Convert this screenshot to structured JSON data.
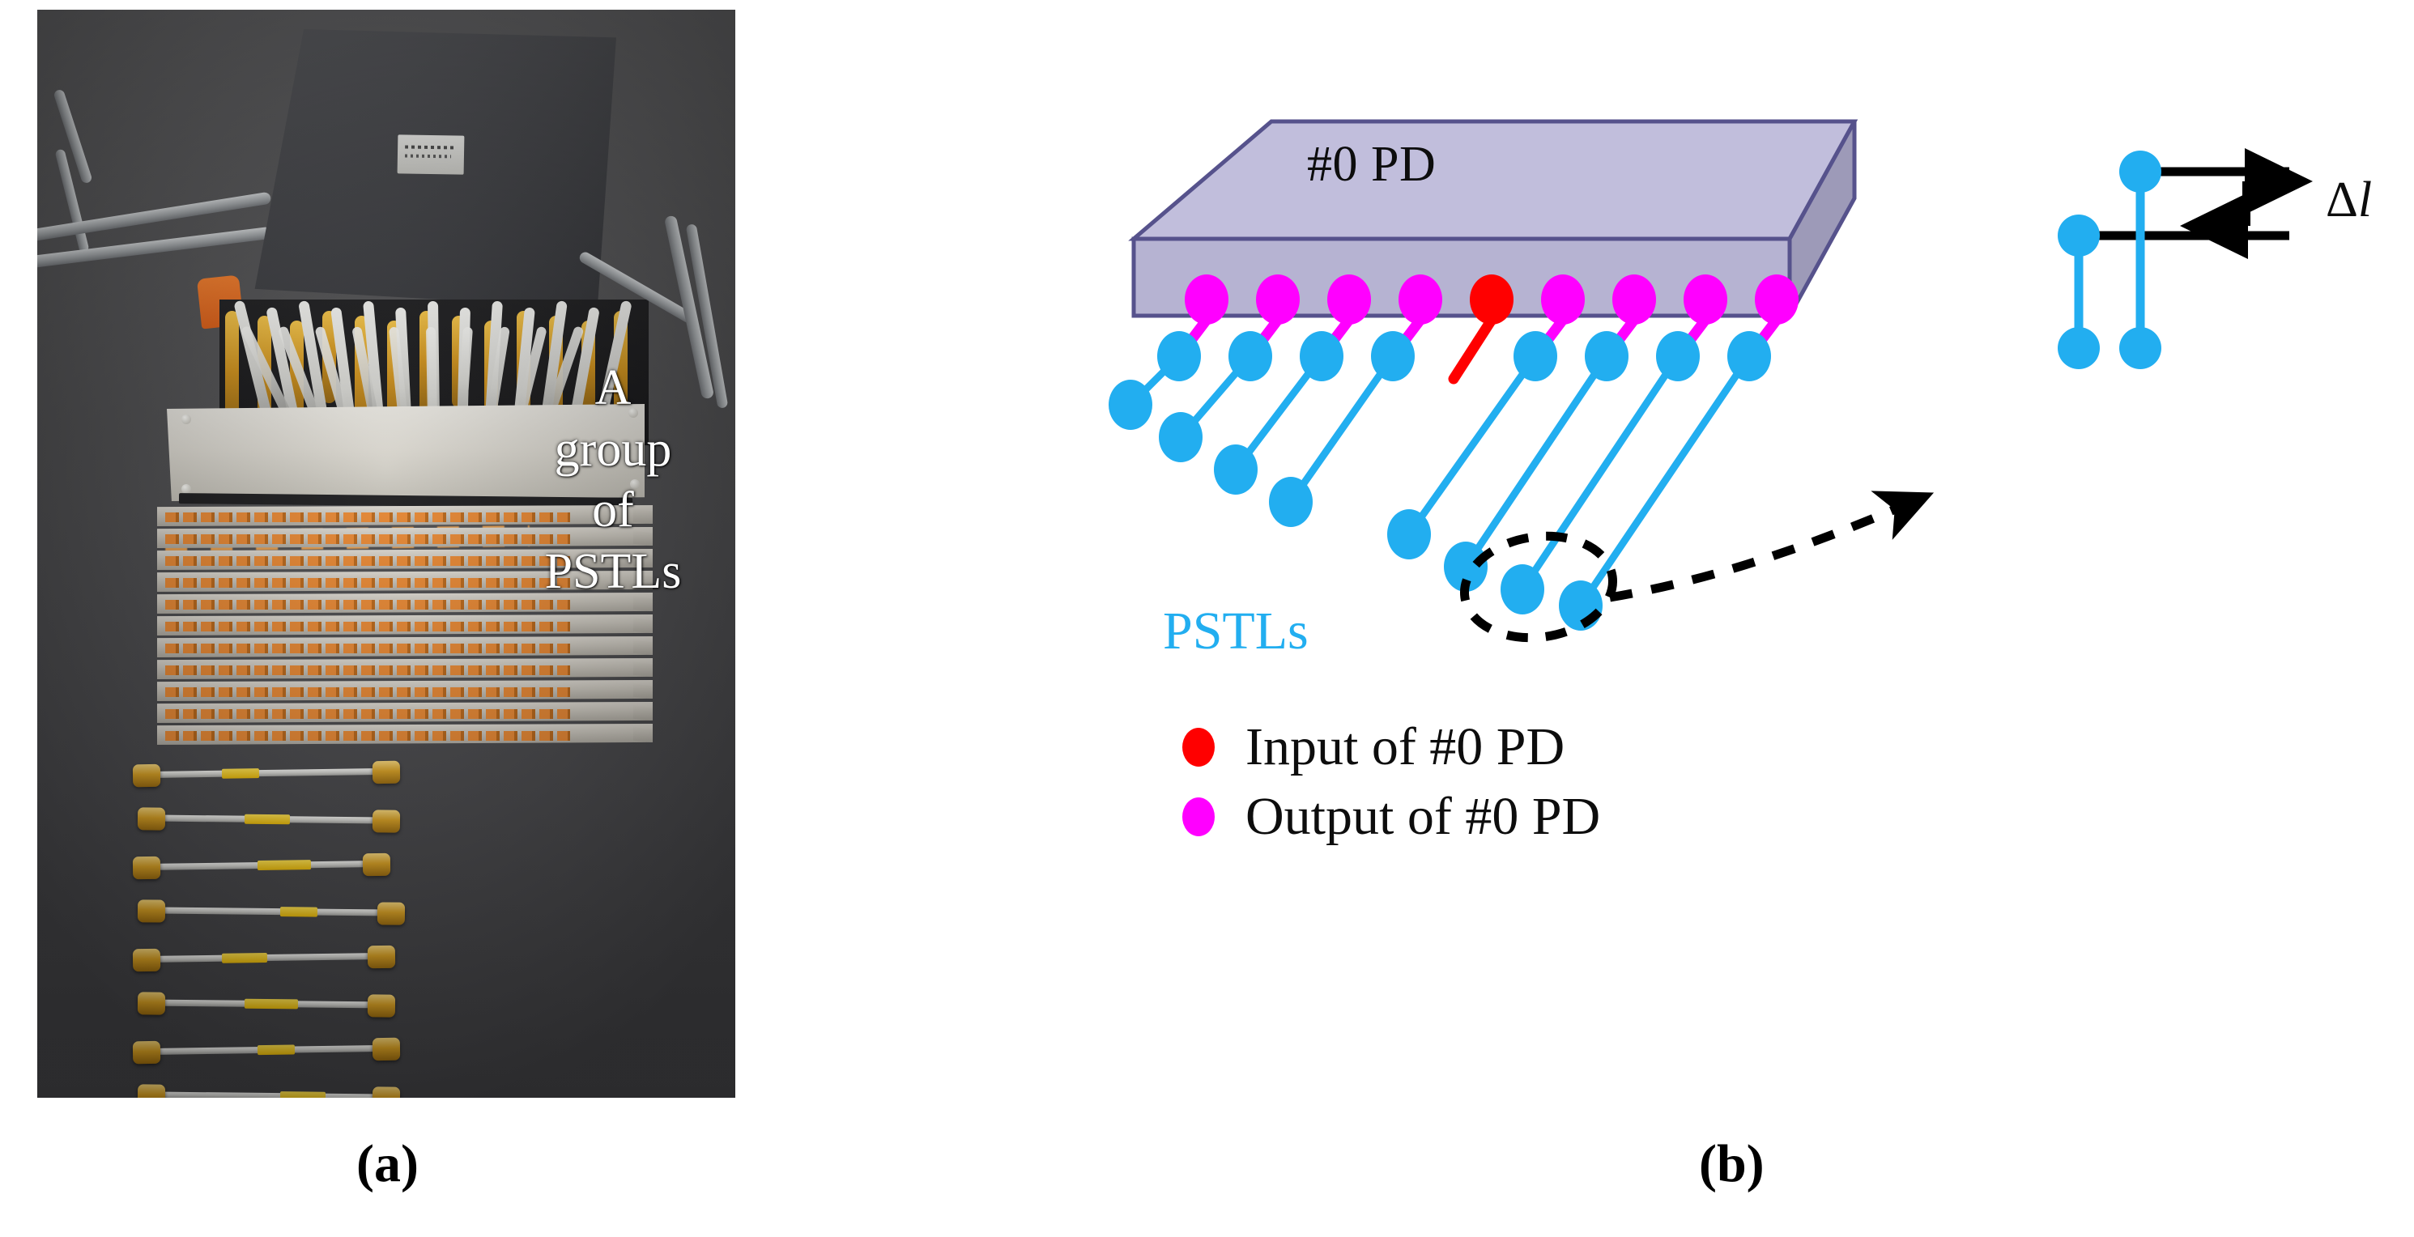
{
  "figure": {
    "panels": [
      {
        "id": "a",
        "caption": "(a)",
        "type": "photograph"
      },
      {
        "id": "b",
        "caption": "(b)",
        "type": "schematic"
      }
    ]
  },
  "panel_a": {
    "caption": "(a)",
    "overlay_text_lines": [
      "A",
      "group",
      "of",
      "PSTLs"
    ],
    "overlay_text": "A group of PSTLs",
    "overlay_color": "#ffffff",
    "description_parts": {
      "enclosure": "black-enclosure",
      "faceplate": "aluminium-faceplate",
      "stack": "stacked-plate-assembly",
      "cables": "pstl-cable-specimens"
    },
    "pstl_specimen_count": 8,
    "colors": {
      "background_cloth": "#4c4c4e",
      "enclosure": "#45464a",
      "faceplate": "#d7d4cc",
      "connector_gold": "#d79f22",
      "cable_band_yellow": "#ffe14d",
      "orange_tab": "#e8701c"
    }
  },
  "panel_b": {
    "caption": "(b)",
    "pd_block": {
      "label": "#0 PD",
      "top_face_color": "#c1bedc",
      "front_face_color": "#b4b1d0",
      "side_face_color": "#9d9ab8",
      "edge_color": "#56528c"
    },
    "pstls_label": "PSTLs",
    "pstls_label_color": "#22AEF0",
    "ports": {
      "total": 9,
      "input_index": 4,
      "input_color": "#FF0000",
      "output_color": "#FF00FF",
      "pstl_color": "#22AEF0"
    },
    "legend": [
      {
        "marker_color": "#FF0000",
        "label": "Input of #0 PD"
      },
      {
        "marker_color": "#FF00FF",
        "label": "Output of #0 PD"
      }
    ],
    "callout": {
      "highlight_shape": "dashed-ellipse",
      "arrow": "dashed-arrow",
      "arrow_color": "#000000"
    },
    "inset": {
      "delta_label": "Δl",
      "delta_symbol": "Δ",
      "italic_var": "l",
      "line_color": "#22AEF0",
      "reference_line_color": "#000000",
      "dimension_arrow": "double-headed-vertical"
    }
  },
  "chart_data": {
    "type": "diagram",
    "title": "PSTL group and #0 PD schematic",
    "annotations": [
      "#0 PD",
      "PSTLs",
      "Δl",
      "Input of #0 PD",
      "Output of #0 PD",
      "A group of PSTLs",
      "(a)",
      "(b)"
    ]
  }
}
